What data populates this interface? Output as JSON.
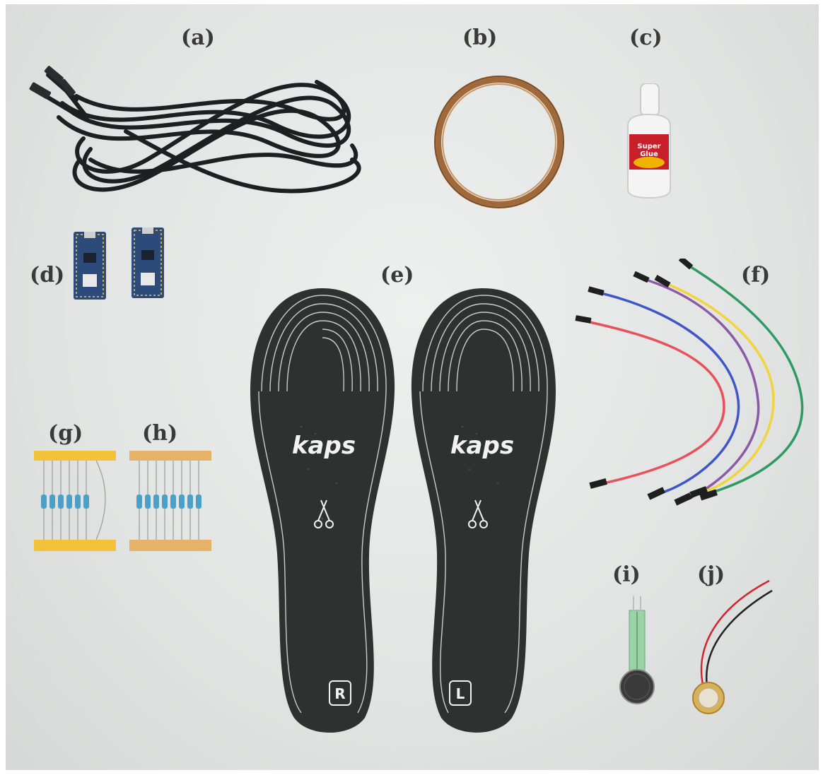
{
  "labels": {
    "a": "(a)",
    "b": "(b)",
    "c": "(c)",
    "d": "(d)",
    "e": "(e)",
    "f": "(f)",
    "g": "(g)",
    "h": "(h)",
    "i": "(i)",
    "j": "(j)"
  },
  "brand": {
    "insole_brand": "kaps",
    "glue_brand": "Super Glue",
    "right_mark": "R",
    "left_mark": "L"
  },
  "colors": {
    "background": "#e3e5e4",
    "insole": "#2f3131",
    "cable": "#1d1f21",
    "tape": "#a0693a",
    "resistor_tape_g": "#f2c23a",
    "resistor_tape_h": "#e6b168",
    "wire_red": "#e8505a",
    "wire_blue": "#3f56c8",
    "wire_purple": "#8a5aa6",
    "wire_yellow": "#f1d33b",
    "wire_green": "#2e9a62"
  }
}
